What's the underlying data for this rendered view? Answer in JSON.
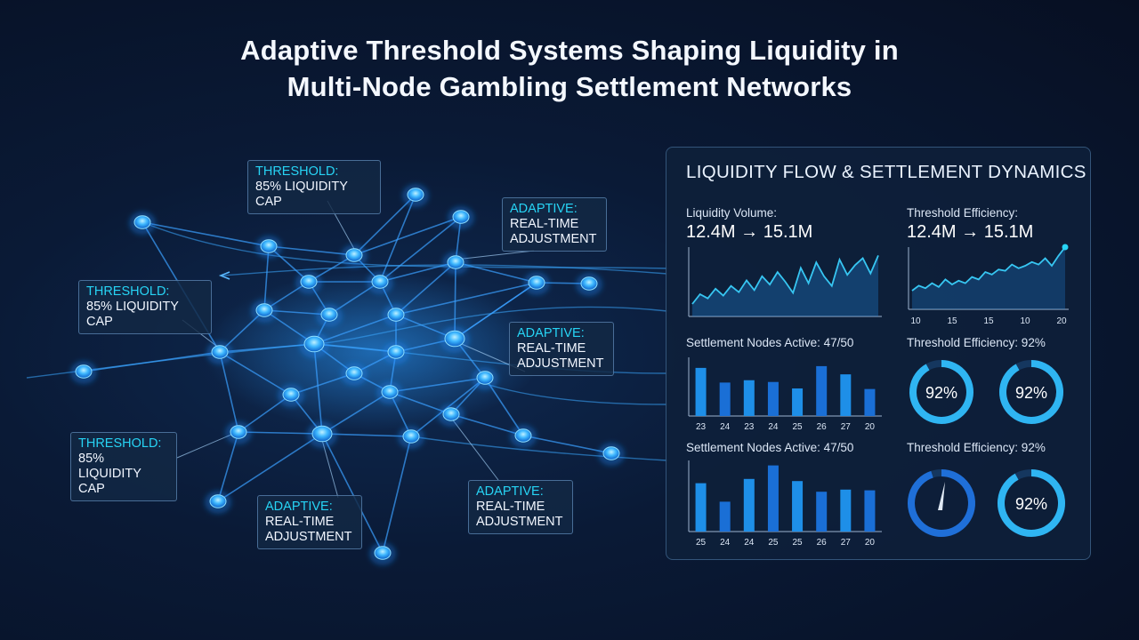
{
  "title_line1": "Adaptive Threshold Systems Shaping Liquidity in",
  "title_line2": "Multi-Node Gambling Settlement Networks",
  "callouts": [
    {
      "head": "THRESHOLD:",
      "body": "85% LIQUIDITY CAP"
    },
    {
      "head": "ADAPTIVE:",
      "body": "REAL-TIME ADJUSTMENT"
    },
    {
      "head": "THRESHOLD:",
      "body": "85% LIQUIDITY CAP"
    },
    {
      "head": "ADAPTIVE:",
      "body": "REAL-TIME ADJUSTMENT"
    },
    {
      "head": "THRESHOLD:",
      "body1": "85%",
      "body2": "LIQUIDITY CAP"
    },
    {
      "head": "ADAPTIVE:",
      "body1": "REAL-TIME",
      "body2": "ADJUSTMENT"
    },
    {
      "head": "ADAPTIVE:",
      "body1": "REAL-TIME",
      "body2": "ADJUSTMENT"
    }
  ],
  "panel": {
    "title": "LIQUIDITY FLOW & SETTLEMENT DYNAMICS",
    "liquidity_label": "Liquidity Volume:",
    "liquidity_value": "12.4M → 15.1M",
    "efficiency_label": "Threshold Efficiency:",
    "efficiency_value": "12.4M → 15.1M",
    "nodes_label_1": "Settlement Nodes Active: 47/50",
    "eff_pct_label_1": "Threshold Efficiency: 92%",
    "nodes_label_2": "Settlement Nodes Active: 47/50",
    "eff_pct_label_2": "Threshold Efficiency: 92%",
    "gauge_text": "92%"
  },
  "colors": {
    "accent": "#27d4f5",
    "node": "#3fb8ff",
    "bar": "#1e8fe8"
  },
  "chart_data": [
    {
      "type": "area",
      "values": [
        0.18,
        0.32,
        0.26,
        0.4,
        0.3,
        0.44,
        0.35,
        0.52,
        0.38,
        0.58,
        0.46,
        0.64,
        0.5,
        0.34,
        0.7,
        0.48,
        0.78,
        0.58,
        0.44,
        0.82,
        0.6,
        0.74,
        0.84,
        0.62,
        0.88
      ]
    },
    {
      "type": "line",
      "categories": [
        "10",
        "15",
        "15",
        "10",
        "20"
      ],
      "values": [
        0.3,
        0.38,
        0.34,
        0.42,
        0.36,
        0.48,
        0.4,
        0.46,
        0.42,
        0.52,
        0.48,
        0.6,
        0.56,
        0.64,
        0.62,
        0.72,
        0.66,
        0.7,
        0.76,
        0.72,
        0.82,
        0.7,
        0.86,
        1.0
      ]
    },
    {
      "type": "bar",
      "categories": [
        "23",
        "24",
        "23",
        "24",
        "25",
        "26",
        "27",
        "20"
      ],
      "values": [
        0.82,
        0.57,
        0.61,
        0.58,
        0.47,
        0.85,
        0.71,
        0.46
      ]
    },
    {
      "type": "bar",
      "categories": [
        "25",
        "24",
        "24",
        "25",
        "25",
        "26",
        "27",
        "20"
      ],
      "values": [
        0.68,
        0.42,
        0.74,
        0.93,
        0.71,
        0.56,
        0.59,
        0.58
      ]
    },
    {
      "type": "pie",
      "title": "92%",
      "values": [
        0.92
      ]
    },
    {
      "type": "pie",
      "title": "92%",
      "values": [
        0.92
      ]
    },
    {
      "type": "pie",
      "values": [
        0.95
      ]
    },
    {
      "type": "pie",
      "title": "92%",
      "values": [
        0.92
      ]
    }
  ]
}
